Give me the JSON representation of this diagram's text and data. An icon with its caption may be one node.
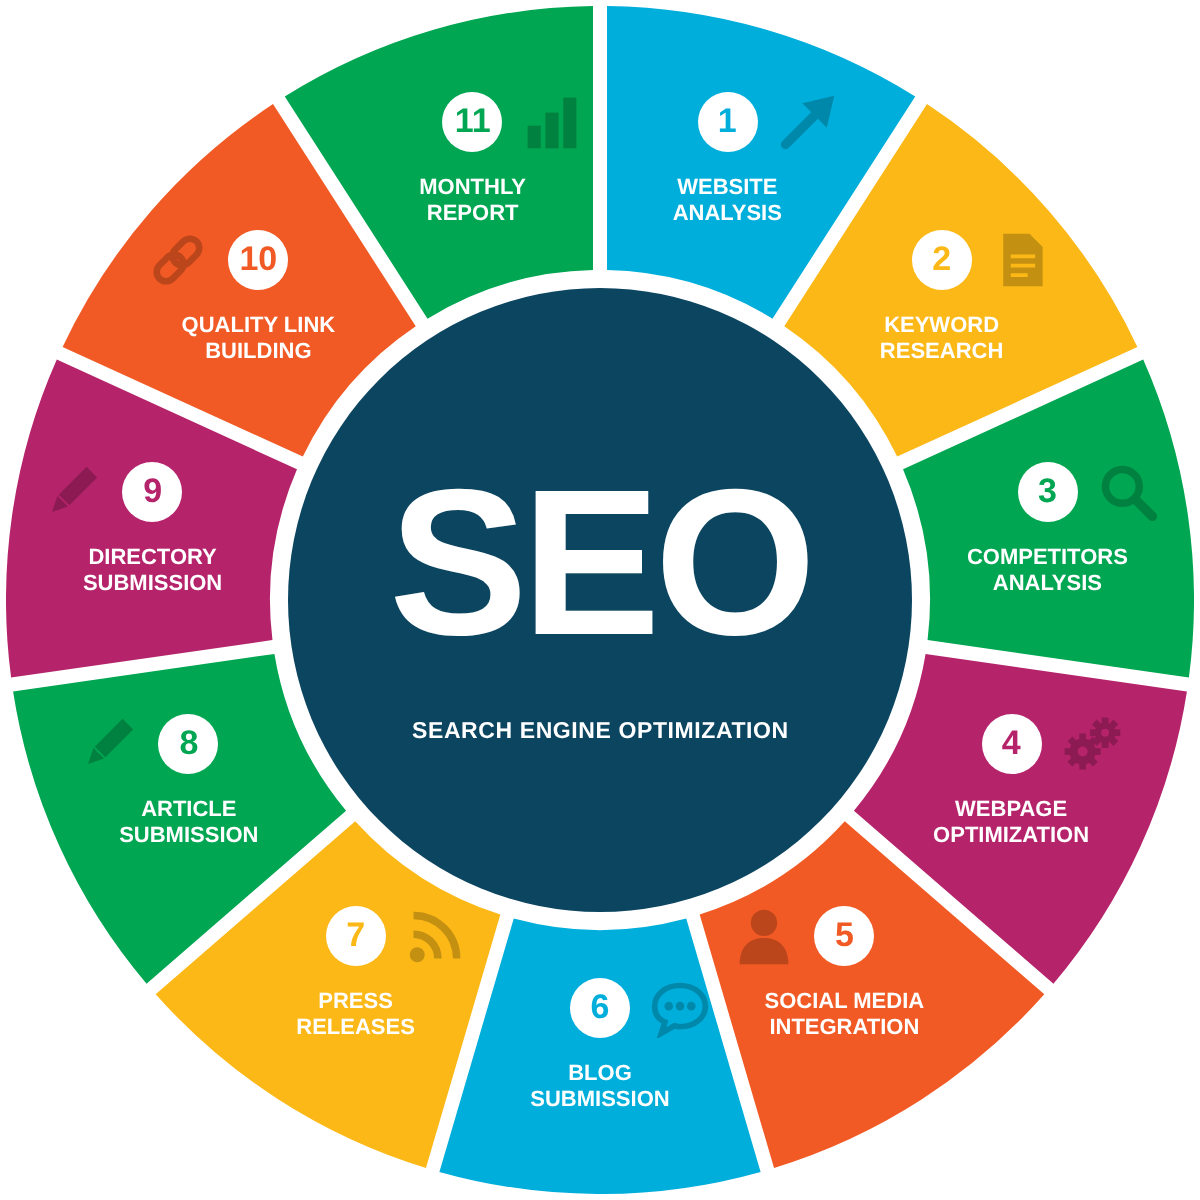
{
  "diagram": {
    "nodes": [
      {
        "text": [
          "SEO",
          "SEARCH ENGINE OPTIMIZATION"
        ]
      },
      {
        "text": [
          "WEBSITE ANALYSIS"
        ]
      },
      {
        "text": [
          "1"
        ],
        "in": 1
      },
      {
        "text": [
          "KEYWORD RESEARCH"
        ]
      },
      {
        "text": [
          "2"
        ],
        "in": 3
      },
      {
        "text": [
          "COMPETITORS ANALYSIS"
        ]
      },
      {
        "text": [
          "3"
        ],
        "in": 5
      },
      {
        "text": [
          "WEBPAGE OPTIMIZATION"
        ]
      },
      {
        "text": [
          "4"
        ],
        "in": 7
      },
      {
        "text": [
          "SOCIAL MEDIA INTEGRATION"
        ]
      },
      {
        "text": [
          "5"
        ],
        "in": 9
      },
      {
        "text": [
          "BLOG SUBMISSION"
        ]
      },
      {
        "text": [
          "6"
        ],
        "in": 11
      },
      {
        "text": [
          "PRESS RELEASES"
        ]
      },
      {
        "text": [
          "7"
        ],
        "in": 13
      },
      {
        "text": [
          "ARTICLE SUBMISSION"
        ]
      },
      {
        "text": [
          "8"
        ],
        "in": 15
      },
      {
        "text": [
          "DIRECTORY SUBMISSION"
        ]
      },
      {
        "text": [
          "9"
        ],
        "in": 17
      },
      {
        "text": [
          "QUALITY LINK BUILDING"
        ]
      },
      {
        "text": [
          "10"
        ],
        "in": 19
      },
      {
        "text": [
          "MONTHLY REPORT"
        ]
      },
      {
        "text": [
          "11"
        ],
        "in": 21
      }
    ]
  }
}
